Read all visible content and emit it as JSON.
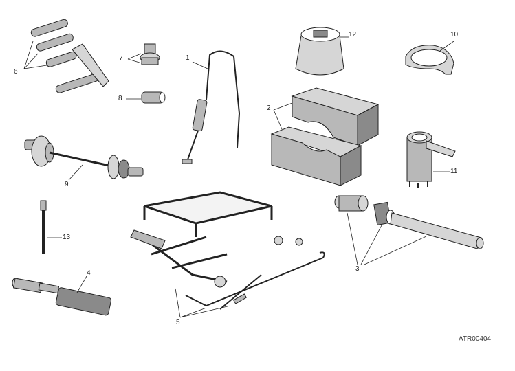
{
  "diagram": {
    "reference_code": "ATR00404",
    "callouts": {
      "c1": "1",
      "c2": "2",
      "c3": "3",
      "c4": "4",
      "c5": "5",
      "c6": "6",
      "c7": "7",
      "c8": "8",
      "c9": "9",
      "c10": "10",
      "c11": "11",
      "c12": "12",
      "c13": "13"
    }
  }
}
